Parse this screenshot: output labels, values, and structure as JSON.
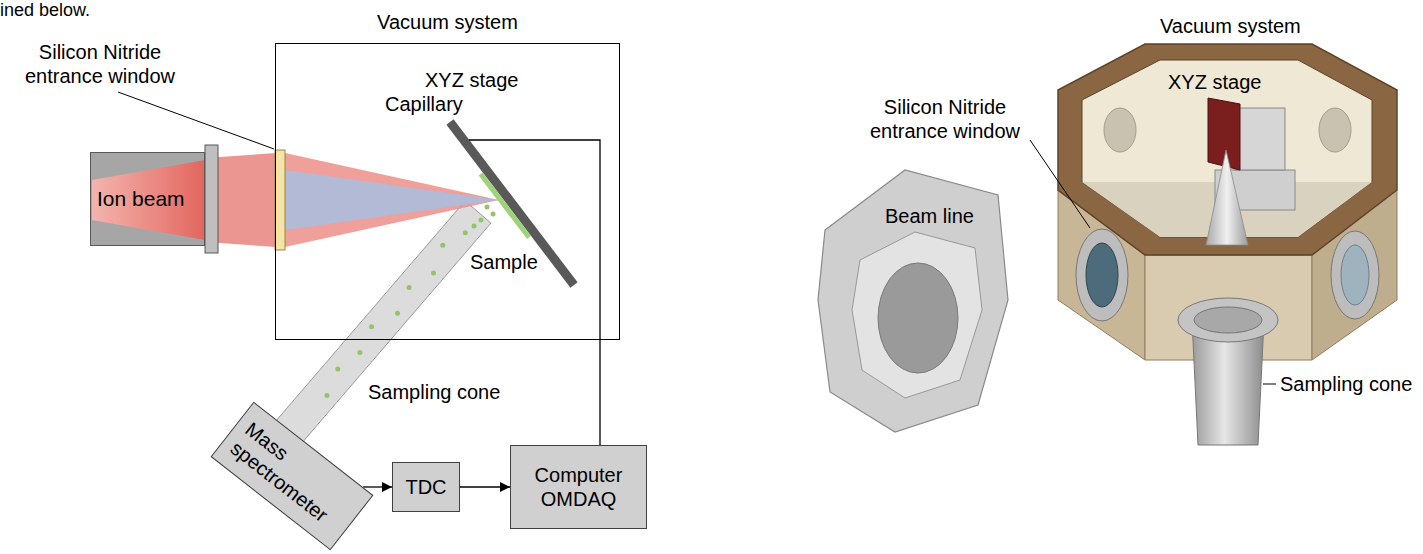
{
  "diagram": {
    "nodes": [
      {
        "text": [
          "Ion beam"
        ]
      },
      {
        "text": [
          "Vacuum system"
        ]
      },
      {
        "text": [
          "Mass spectrometer"
        ]
      },
      {
        "text": [
          "TDC"
        ]
      },
      {
        "text": [
          "Computer OMDAQ"
        ]
      }
    ],
    "edges": [
      {
        "from": 2,
        "to": 3,
        "arrow": "to"
      },
      {
        "from": 3,
        "to": 4,
        "arrow": "to"
      }
    ],
    "labels": [
      "ined below.",
      "Silicon Nitride entrance window",
      "Capillary",
      "XYZ stage",
      "Sample",
      "Sampling cone",
      "Vacuum system",
      "XYZ stage",
      "Silicon Nitride entrance window",
      "Beam line",
      "Sampling cone"
    ]
  }
}
